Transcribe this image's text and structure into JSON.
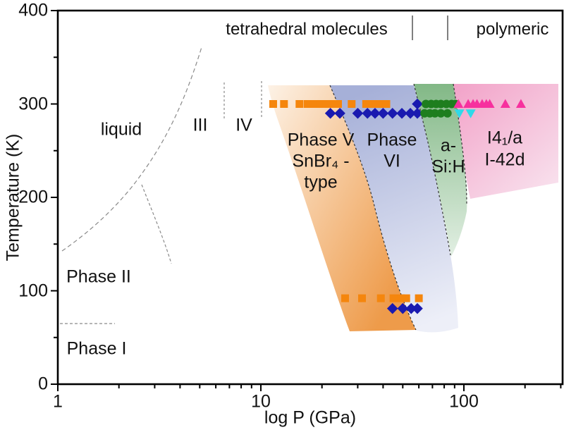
{
  "chart_data": {
    "type": "scatter",
    "description": "Pressure-temperature phase diagram on a logarithmic pressure axis with shaded phase regions and experimental data points",
    "xlabel": "log P (GPa)",
    "ylabel": "Temperature (K)",
    "xscale": "log",
    "xlim": [
      1,
      306
    ],
    "ylim": [
      0,
      400
    ],
    "xticks_major": [
      1,
      10,
      100
    ],
    "xticks_minor": [
      2,
      3,
      4,
      5,
      6,
      7,
      8,
      9,
      20,
      30,
      40,
      50,
      60,
      70,
      80,
      90,
      200,
      300
    ],
    "yticks_major": [
      0,
      100,
      200,
      300,
      400
    ],
    "yticks_minor": [
      50,
      150,
      250,
      350
    ],
    "grid": false,
    "legend": "none",
    "top_annotations": [
      {
        "id": "tetrahedral",
        "text": "tetrahedral molecules"
      },
      {
        "id": "polymeric",
        "text": "polymeric"
      }
    ],
    "free_labels": [
      {
        "id": "liquid",
        "text": "liquid"
      },
      {
        "id": "iii",
        "text": "III"
      },
      {
        "id": "iv",
        "text": "IV"
      },
      {
        "id": "phase-ii",
        "text": "Phase II"
      },
      {
        "id": "phase-i",
        "text": "Phase I"
      }
    ],
    "regions": [
      {
        "id": "phase-v",
        "lines": [
          "Phase V",
          "SnBr₄ -",
          "type"
        ],
        "color_from": "#FDF2E6",
        "color_to": "#EE9B4A"
      },
      {
        "id": "phase-vi",
        "lines": [
          "Phase",
          "VI"
        ],
        "color_from": "#A6B0D8",
        "color_to": "#EDEFF8"
      },
      {
        "id": "a-si-h",
        "lines": [
          "a-",
          "Si:H"
        ],
        "color_from": "#82B886",
        "color_to": "#E2EFE3"
      },
      {
        "id": "i41a",
        "lines": [
          "I4₁/a",
          "I-42d"
        ],
        "color_from": "#F2A2C8",
        "color_to": "#F8DFEC"
      }
    ],
    "series": [
      {
        "name": "orange-squares",
        "marker": "square",
        "color": "#F5860D",
        "points": [
          [
            11.5,
            300
          ],
          [
            13,
            300
          ],
          [
            15.5,
            300
          ],
          [
            17,
            300
          ],
          [
            18,
            300
          ],
          [
            19.5,
            300
          ],
          [
            21,
            300
          ],
          [
            22,
            300
          ],
          [
            24,
            300
          ],
          [
            28,
            300
          ],
          [
            33,
            300
          ],
          [
            35.5,
            300
          ],
          [
            38.5,
            300
          ],
          [
            41.5,
            300
          ],
          [
            26,
            92
          ],
          [
            31.5,
            92
          ],
          [
            39,
            92
          ],
          [
            45,
            92
          ],
          [
            49,
            92
          ],
          [
            52,
            92
          ],
          [
            60,
            92
          ]
        ]
      },
      {
        "name": "blue-diamonds",
        "marker": "diamond",
        "color": "#1A1AB0",
        "points": [
          [
            22,
            290
          ],
          [
            24.5,
            290
          ],
          [
            30,
            290
          ],
          [
            33.5,
            290
          ],
          [
            36.5,
            290
          ],
          [
            40,
            290
          ],
          [
            44.5,
            290
          ],
          [
            49.5,
            290
          ],
          [
            54.5,
            290
          ],
          [
            59,
            290
          ],
          [
            59,
            300
          ],
          [
            44.5,
            81
          ],
          [
            50,
            81
          ],
          [
            55,
            81
          ],
          [
            59,
            81
          ]
        ]
      },
      {
        "name": "green-circles",
        "marker": "circle",
        "color": "#1E7E1E",
        "points": [
          [
            65,
            300
          ],
          [
            69,
            300
          ],
          [
            73,
            300
          ],
          [
            77,
            300
          ],
          [
            82,
            300
          ],
          [
            87,
            300
          ],
          [
            91,
            300
          ],
          [
            64,
            290
          ],
          [
            68,
            290
          ],
          [
            72,
            290
          ],
          [
            77,
            290
          ],
          [
            83,
            290
          ]
        ]
      },
      {
        "name": "cyan-triangles-down",
        "marker": "triangle-down",
        "color": "#2FD9E9",
        "points": [
          [
            95,
            290
          ],
          [
            108,
            290
          ]
        ]
      },
      {
        "name": "magenta-triangles-up",
        "marker": "triangle-up",
        "color": "#F7309E",
        "points": [
          [
            94,
            300
          ],
          [
            105,
            300
          ],
          [
            111,
            300
          ],
          [
            116,
            300
          ],
          [
            123,
            300
          ],
          [
            129,
            300
          ],
          [
            134,
            300
          ],
          [
            160,
            300
          ],
          [
            191,
            300
          ]
        ]
      }
    ]
  }
}
